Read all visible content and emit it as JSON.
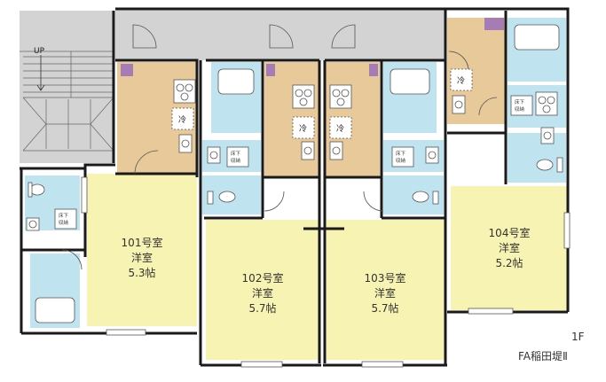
{
  "floor_label": "1F",
  "building_name": "FA稲田堤Ⅱ",
  "stairs_label": "UP",
  "fridge_label": "冷",
  "storage_label": [
    "床下",
    "収納"
  ],
  "rooms": [
    {
      "number": "101号室",
      "type": "洋室",
      "size": "5.3帖"
    },
    {
      "number": "102号室",
      "type": "洋室",
      "size": "5.7帖"
    },
    {
      "number": "103号室",
      "type": "洋室",
      "size": "5.7帖"
    },
    {
      "number": "104号室",
      "type": "洋室",
      "size": "5.2帖"
    }
  ],
  "colors": {
    "room_floor": "#f7f3b2",
    "kitchen_floor": "#e8c99a",
    "wet_area": "#bfe3ef",
    "corridor": "#d3d3d3",
    "closet": "#a57cb3",
    "wall": "#1a1a1a"
  }
}
